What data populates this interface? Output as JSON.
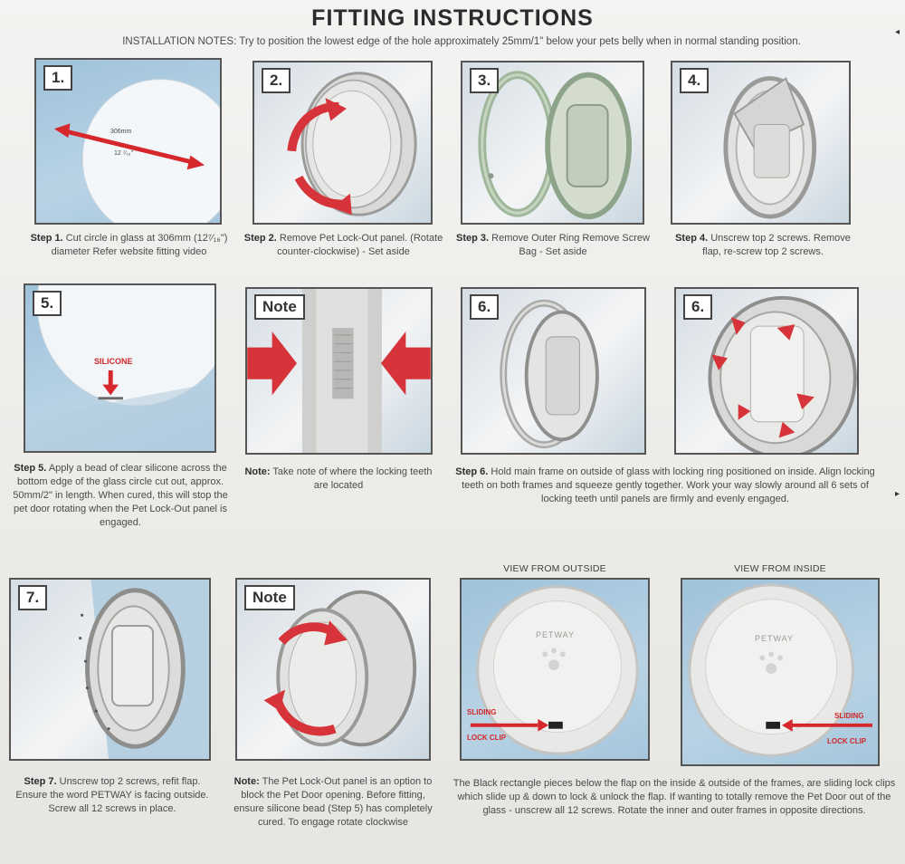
{
  "title": "FITTING INSTRUCTIONS",
  "installation_notes": "INSTALLATION NOTES: Try to position the lowest edge of the hole approximately 25mm/1\" below your pets belly when in normal standing position.",
  "panels": {
    "p1": {
      "number": "1.",
      "dimension_mm": "306mm",
      "dimension_in": "12 ⁷⁄₁₆\""
    },
    "p2": {
      "number": "2."
    },
    "p3": {
      "number": "3."
    },
    "p4": {
      "number": "4."
    },
    "p5": {
      "number": "5.",
      "silicone_label": "SILICONE"
    },
    "p6": {
      "number": "Note"
    },
    "p7": {
      "number": "6."
    },
    "p8": {
      "number": "6."
    },
    "p9": {
      "number": "7."
    },
    "p10": {
      "number": "Note"
    },
    "p11": {
      "view_label": "VIEW FROM OUTSIDE",
      "brand": "PETWAY",
      "clip_label_1": "SLIDING",
      "clip_label_2": "LOCK CLIP"
    },
    "p12": {
      "view_label": "VIEW FROM INSIDE",
      "brand": "PETWAY",
      "clip_label_1": "SLIDING",
      "clip_label_2": "LOCK CLIP"
    }
  },
  "captions": {
    "step1": {
      "bold": "Step 1.",
      "text": "Cut circle in glass at 306mm (12⁷⁄₁₆\") diameter Refer website fitting video"
    },
    "step2": {
      "bold": "Step 2.",
      "text": "Remove Pet Lock-Out panel. (Rotate counter-clockwise) - Set aside"
    },
    "step3": {
      "bold": "Step 3.",
      "text": "Remove Outer Ring Remove Screw Bag - Set aside"
    },
    "step4": {
      "bold": "Step 4.",
      "text": "Unscrew top 2 screws. Remove flap, re-screw top 2 screws."
    },
    "step5": {
      "bold": "Step 5.",
      "text": "Apply a bead of clear silicone across the bottom edge of the glass circle cut out, approx. 50mm/2\" in length. When cured, this will stop the pet door rotating when the Pet Lock-Out panel is engaged."
    },
    "note1": {
      "bold": "Note:",
      "text": "Take note of where the locking teeth are located"
    },
    "step6": {
      "bold": "Step 6.",
      "text": "Hold main frame on outside of glass with locking ring positioned on inside. Align locking teeth on both frames and squeeze gently together. Work your way slowly around all 6 sets of locking teeth until panels are firmly and evenly engaged."
    },
    "step7": {
      "bold": "Step 7.",
      "text": "Unscrew top 2 screws, refit flap. Ensure the word PETWAY is facing outside. Screw all 12 screws in place."
    },
    "note2": {
      "bold": "Note:",
      "text": "The Pet Lock-Out panel is an option to block the Pet Door opening. Before fitting, ensure silicone bead (Step 5) has completely cured. To engage rotate clockwise"
    },
    "bottom_right": "The Black rectangle pieces below the flap on the inside & outside of the frames, are sliding lock clips which slide up & down to lock & unlock the flap. If wanting to totally remove the Pet Door out of the glass - unscrew all 12 screws. Rotate the inner and outer frames in opposite directions."
  },
  "colors": {
    "accent_red": "#d9343a",
    "panel_blue": "#a9c8de",
    "frame_grey": "#cfcfcd"
  }
}
